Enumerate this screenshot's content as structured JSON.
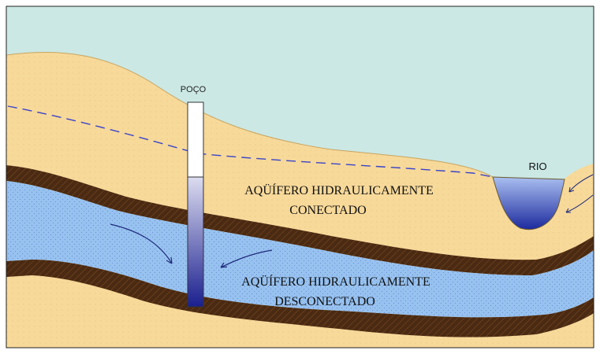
{
  "labels": {
    "well": "POÇO",
    "river": "RIO",
    "connected_aquifer_line1": "AQÜÍFERO HIDRAULICAMENTE",
    "connected_aquifer_line2": "CONECTADO",
    "disconnected_aquifer_line1": "AQÜÍFERO HIDRAULICAMENTE",
    "disconnected_aquifer_line2": "DESCONECTADO"
  },
  "colors": {
    "sky": "#cbe8e4",
    "sand": "#f7d99a",
    "clay": "#4a2a12",
    "confined_water": "#97c2f0",
    "river_water_top": "#a9bff0",
    "river_water_bottom": "#1d2a9e",
    "water_table_line": "#3a44c8",
    "well_casing_water_top": "#dcdcf0",
    "well_casing_water_bottom": "#1a1f8e",
    "flow_arrow": "#1e2a7a",
    "frame": "#222222"
  }
}
